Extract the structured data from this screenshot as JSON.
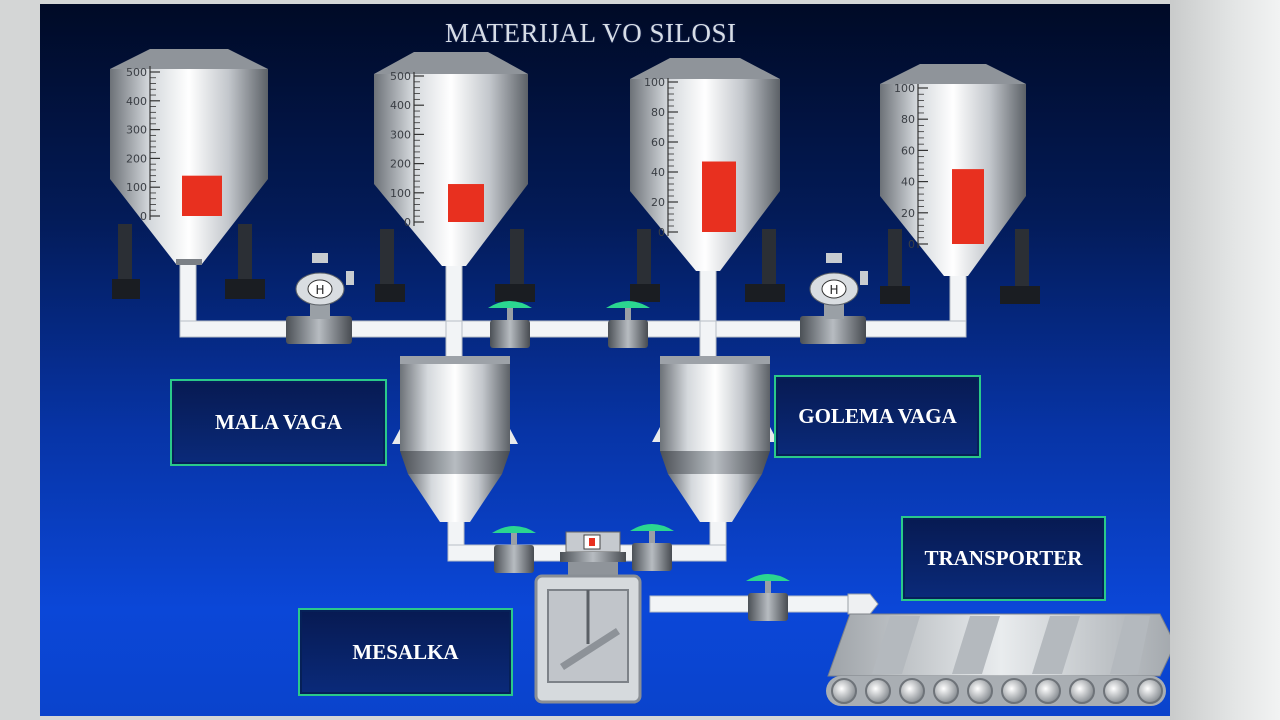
{
  "screen": {
    "title": "MATERIJAL VO SILOSI"
  },
  "labels": {
    "mala_vaga": "MALA VAGA",
    "golema_vaga": "GOLEMA VAGA",
    "transporter": "TRANSPORTER",
    "mesalka": "MESALKA"
  },
  "silos": [
    {
      "id": "silo-1",
      "scale": [
        "500",
        "400",
        "300",
        "200",
        "100",
        "0"
      ],
      "fill_level": 0.28
    },
    {
      "id": "silo-2",
      "scale": [
        "500",
        "400",
        "300",
        "200",
        "100",
        "0"
      ],
      "fill_level": 0.26
    },
    {
      "id": "silo-3",
      "scale": [
        "100",
        "80",
        "60",
        "40",
        "20",
        "0"
      ],
      "fill_level": 0.47
    },
    {
      "id": "silo-4",
      "scale": [
        "100",
        "80",
        "60",
        "40",
        "20",
        "0"
      ],
      "fill_level": 0.48
    }
  ],
  "colors": {
    "level_fill": "#e8301f",
    "pipe": "#f2f4f6",
    "valve_handle": "#2bd690",
    "label_border": "#2ac98a",
    "background": "#0734a6"
  },
  "icons": {
    "motorized_valve": "motorized-valve-icon",
    "manual_valve": "manual-valve-icon",
    "mixer": "mixer-icon",
    "conveyor": "conveyor-belt-icon"
  }
}
